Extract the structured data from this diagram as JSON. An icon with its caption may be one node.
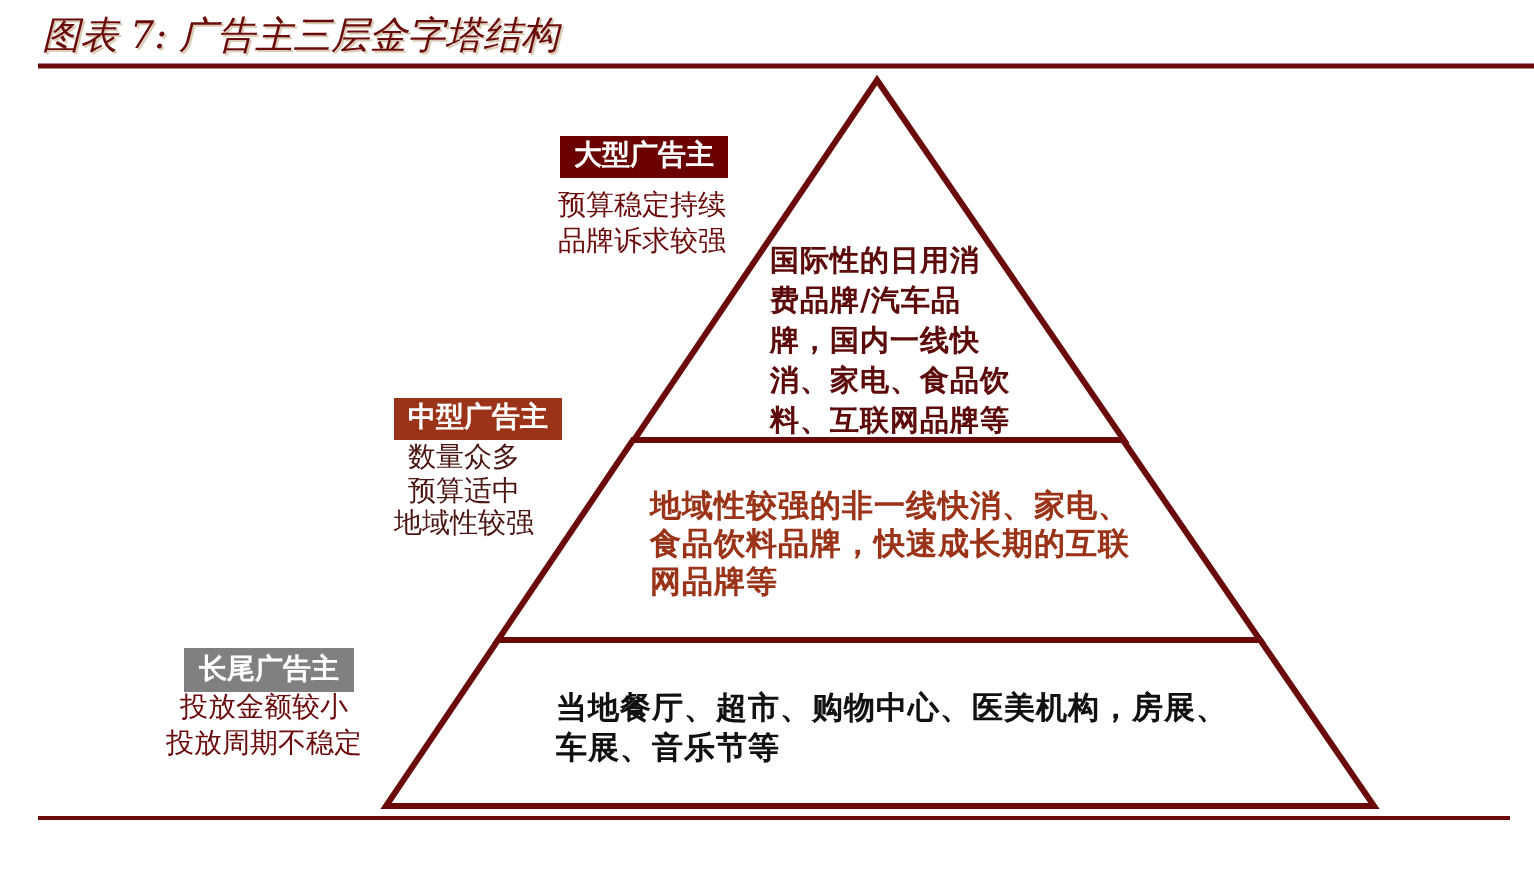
{
  "diagram": {
    "title": "图表 7: 广告主三层金字塔结构",
    "nodes": [
      {
        "text": [
          "大型广告主"
        ],
        "beside": [
          "预算稳定持续",
          "品牌诉求较强"
        ]
      },
      {
        "text": [
          "国际性的日用消费品牌/汽车品牌，国内一线快消、家电、食品饮料、互联网品牌等"
        ]
      },
      {
        "text": [
          "中型广告主"
        ],
        "beside": [
          "数量众多",
          "预算适中",
          "地域性较强"
        ]
      },
      {
        "text": [
          "地域性较强的非一线快消、家电、食品饮料品牌，快速成长期的互联网品牌等"
        ]
      },
      {
        "text": [
          "长尾广告主"
        ],
        "beside": [
          "投放金额较小",
          "投放周期不稳定"
        ]
      },
      {
        "text": [
          "当地餐厅、超市、购物中心、医美机构，房展、车展、音乐节等"
        ]
      }
    ]
  }
}
